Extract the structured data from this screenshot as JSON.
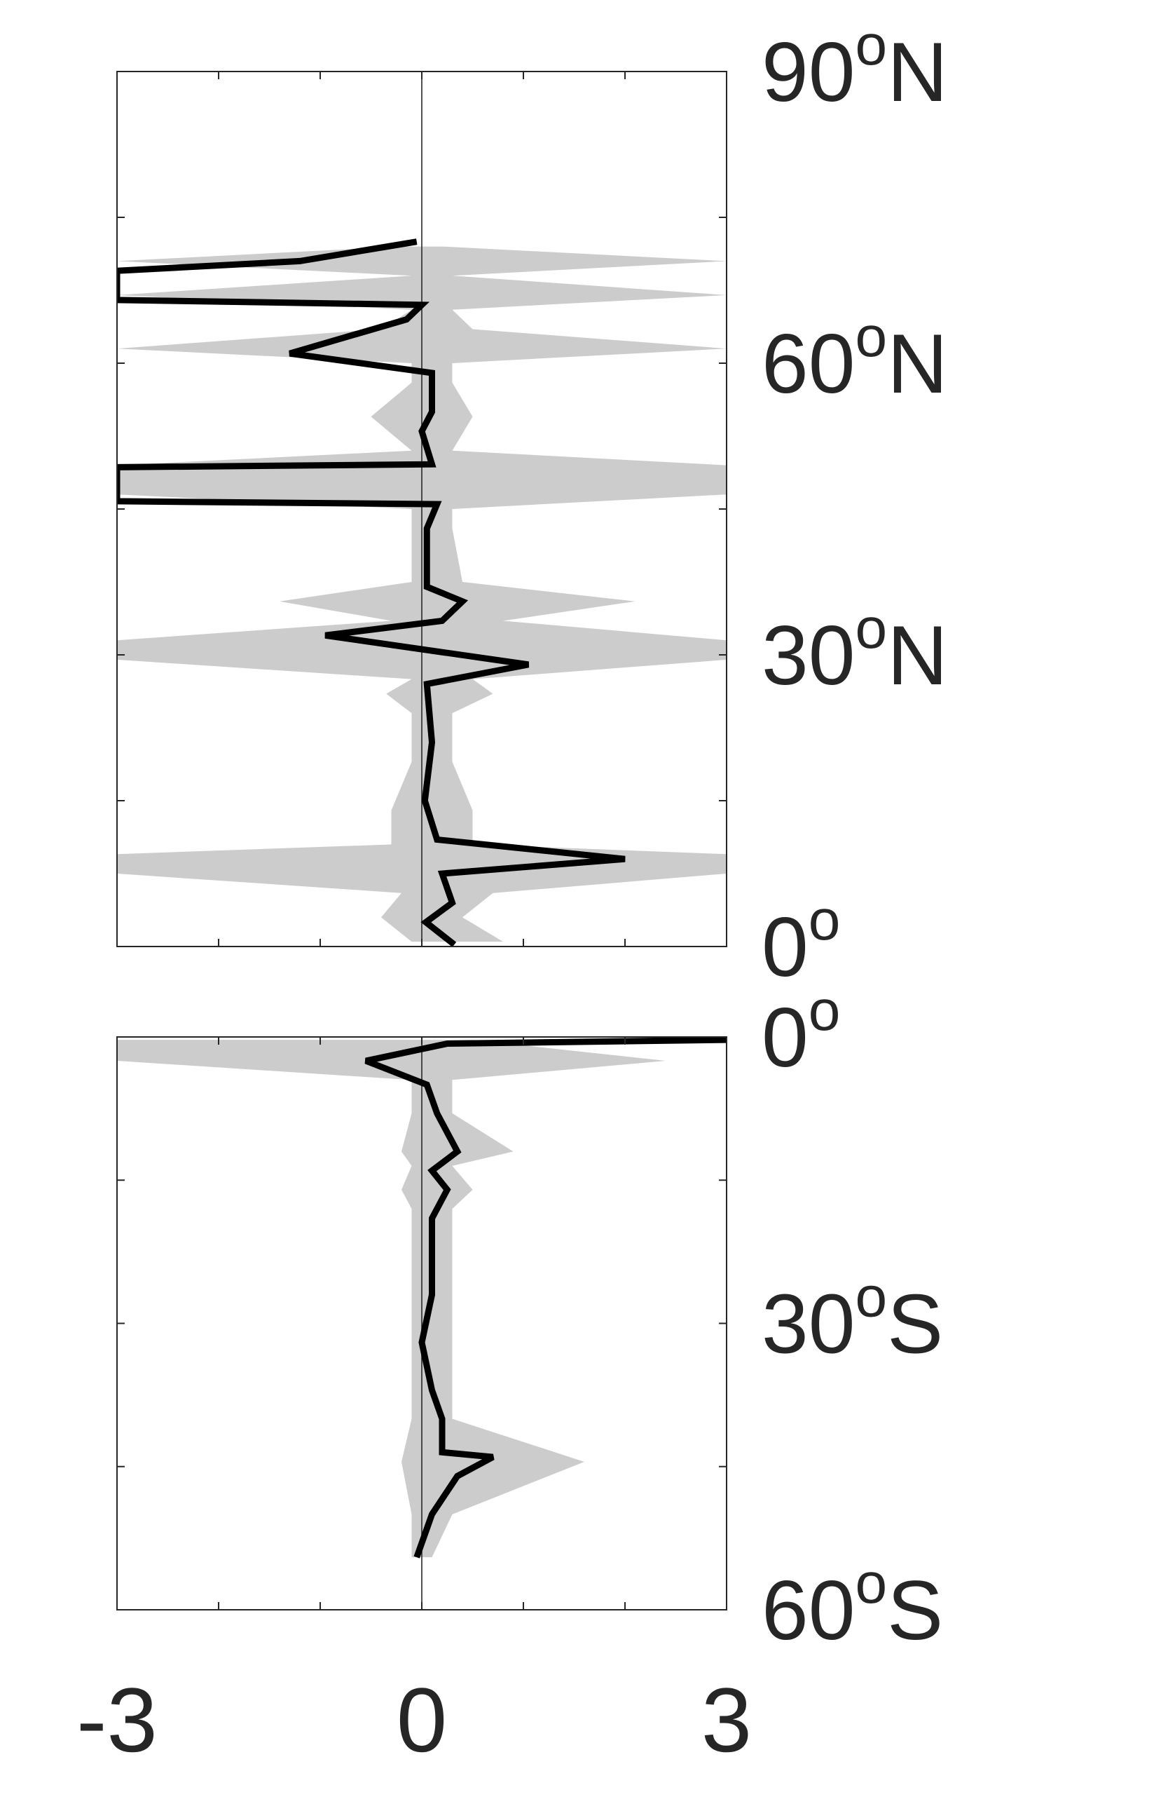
{
  "chart_data": [
    {
      "type": "line",
      "title": "",
      "xlabel": "",
      "ylabel": "",
      "xlim": [
        -3,
        3
      ],
      "ylim": [
        0,
        90
      ],
      "yticks": [
        0,
        15,
        30,
        45,
        60,
        75,
        90
      ],
      "ytick_labels": [
        {
          "value": 0,
          "deg": "0",
          "sup": "o",
          "hemi": ""
        },
        {
          "value": 30,
          "deg": "30",
          "sup": "o",
          "hemi": "N"
        },
        {
          "value": 60,
          "deg": "60",
          "sup": "o",
          "hemi": "N"
        },
        {
          "value": 90,
          "deg": "90",
          "sup": "o",
          "hemi": "N"
        }
      ],
      "xticks": [
        -3,
        -2,
        -1,
        0,
        1,
        2,
        3
      ],
      "grid": false,
      "zero_line": true,
      "colors": {
        "line": "#000000",
        "band": "#cccccc"
      },
      "series": [
        {
          "role": "line",
          "points": [
            {
              "lat": 0.2,
              "x": 0.32
            },
            {
              "lat": 2.5,
              "x": 0.04
            },
            {
              "lat": 4.5,
              "x": 0.3
            },
            {
              "lat": 7.5,
              "x": 0.2
            },
            {
              "lat": 9,
              "x": 2.0
            },
            {
              "lat": 11,
              "x": 0.15
            },
            {
              "lat": 15,
              "x": 0.03
            },
            {
              "lat": 21,
              "x": 0.1
            },
            {
              "lat": 27,
              "x": 0.05
            },
            {
              "lat": 29,
              "x": 1.05
            },
            {
              "lat": 32,
              "x": -0.95
            },
            {
              "lat": 33.5,
              "x": 0.2
            },
            {
              "lat": 35.5,
              "x": 0.4
            },
            {
              "lat": 37,
              "x": 0.05
            },
            {
              "lat": 43,
              "x": 0.05
            },
            {
              "lat": 45.5,
              "x": 0.15
            },
            {
              "lat": 45.8,
              "x": -3.0
            },
            {
              "lat": 49.3,
              "x": -3.0
            },
            {
              "lat": 49.6,
              "x": 0.1
            },
            {
              "lat": 53,
              "x": 0.0
            },
            {
              "lat": 55,
              "x": 0.1
            },
            {
              "lat": 59,
              "x": 0.1
            },
            {
              "lat": 61,
              "x": -1.3
            },
            {
              "lat": 64.5,
              "x": -0.15
            },
            {
              "lat": 66,
              "x": 0.0
            },
            {
              "lat": 66.5,
              "x": -3.0
            },
            {
              "lat": 69.5,
              "x": -3.0
            },
            {
              "lat": 70.5,
              "x": -1.2
            },
            {
              "lat": 72.5,
              "x": -0.05
            }
          ]
        },
        {
          "role": "uncertainty-band",
          "points": [
            {
              "lat": 0.5,
              "lo": -0.1,
              "hi": 0.8
            },
            {
              "lat": 3,
              "lo": -0.4,
              "hi": 0.4
            },
            {
              "lat": 5.5,
              "lo": -0.2,
              "hi": 0.7
            },
            {
              "lat": 7.5,
              "lo": -3.0,
              "hi": 3.0
            },
            {
              "lat": 8.5,
              "lo": -3.0,
              "hi": 3.0
            },
            {
              "lat": 9.5,
              "lo": -3.0,
              "hi": 3.0
            },
            {
              "lat": 10.5,
              "lo": -0.3,
              "hi": 0.5
            },
            {
              "lat": 14,
              "lo": -0.3,
              "hi": 0.5
            },
            {
              "lat": 19,
              "lo": -0.1,
              "hi": 0.3
            },
            {
              "lat": 24,
              "lo": -0.1,
              "hi": 0.3
            },
            {
              "lat": 26,
              "lo": -0.35,
              "hi": 0.7
            },
            {
              "lat": 27.5,
              "lo": -0.1,
              "hi": 0.5
            },
            {
              "lat": 29.5,
              "lo": -3.0,
              "hi": 3.0
            },
            {
              "lat": 31.5,
              "lo": -3.0,
              "hi": 3.0
            },
            {
              "lat": 33.5,
              "lo": -0.3,
              "hi": 0.8
            },
            {
              "lat": 35.5,
              "lo": -1.4,
              "hi": 2.1
            },
            {
              "lat": 37.5,
              "lo": -0.1,
              "hi": 0.4
            },
            {
              "lat": 43,
              "lo": -0.1,
              "hi": 0.3
            },
            {
              "lat": 45,
              "lo": -0.1,
              "hi": 0.3
            },
            {
              "lat": 46.5,
              "lo": -3.0,
              "hi": 3.0
            },
            {
              "lat": 48,
              "lo": -3.0,
              "hi": 3.0
            },
            {
              "lat": 49.5,
              "lo": -3.0,
              "hi": 3.0
            },
            {
              "lat": 51,
              "lo": -0.1,
              "hi": 0.3
            },
            {
              "lat": 54.5,
              "lo": -0.5,
              "hi": 0.5
            },
            {
              "lat": 58,
              "lo": -0.1,
              "hi": 0.3
            },
            {
              "lat": 60,
              "lo": -0.1,
              "hi": 0.3
            },
            {
              "lat": 61.5,
              "lo": -3.0,
              "hi": 3.0
            },
            {
              "lat": 63.5,
              "lo": -0.4,
              "hi": 0.5
            },
            {
              "lat": 65.5,
              "lo": -0.1,
              "hi": 0.3
            },
            {
              "lat": 67,
              "lo": -3.0,
              "hi": 3.0
            },
            {
              "lat": 69,
              "lo": -0.1,
              "hi": 0.3
            },
            {
              "lat": 70.5,
              "lo": -3.0,
              "hi": 3.0
            },
            {
              "lat": 72,
              "lo": -0.2,
              "hi": 0.2
            }
          ]
        }
      ]
    },
    {
      "type": "line",
      "title": "",
      "xlabel": "",
      "ylabel": "",
      "xlim": [
        -3,
        3
      ],
      "ylim": [
        -60,
        0
      ],
      "yticks": [
        -60,
        -45,
        -30,
        -15,
        0
      ],
      "ytick_labels": [
        {
          "value": 0,
          "deg": "0",
          "sup": "o",
          "hemi": ""
        },
        {
          "value": -30,
          "deg": "30",
          "sup": "o",
          "hemi": "S"
        },
        {
          "value": -60,
          "deg": "60",
          "sup": "o",
          "hemi": "S"
        }
      ],
      "xticks": [
        -3,
        -2,
        -1,
        0,
        1,
        2,
        3
      ],
      "xtick_labels": [
        "-3",
        "0",
        "3"
      ],
      "grid": false,
      "zero_line": true,
      "colors": {
        "line": "#000000",
        "band": "#cccccc"
      },
      "series": [
        {
          "role": "line",
          "points": [
            {
              "lat": -0.3,
              "x": 3.0
            },
            {
              "lat": -0.7,
              "x": 0.25
            },
            {
              "lat": -2.5,
              "x": -0.55
            },
            {
              "lat": -5,
              "x": 0.05
            },
            {
              "lat": -8,
              "x": 0.15
            },
            {
              "lat": -12,
              "x": 0.35
            },
            {
              "lat": -14,
              "x": 0.1
            },
            {
              "lat": -16,
              "x": 0.25
            },
            {
              "lat": -19,
              "x": 0.1
            },
            {
              "lat": -24,
              "x": 0.1
            },
            {
              "lat": -27,
              "x": 0.1
            },
            {
              "lat": -32,
              "x": 0.0
            },
            {
              "lat": -37,
              "x": 0.1
            },
            {
              "lat": -40,
              "x": 0.2
            },
            {
              "lat": -43.5,
              "x": 0.2
            },
            {
              "lat": -44,
              "x": 0.7
            },
            {
              "lat": -46,
              "x": 0.35
            },
            {
              "lat": -50,
              "x": 0.1
            },
            {
              "lat": -54.5,
              "x": -0.05
            }
          ]
        },
        {
          "role": "uncertainty-band",
          "points": [
            {
              "lat": -0.3,
              "lo": -3.0,
              "hi": 0.5
            },
            {
              "lat": -2.5,
              "lo": -3.0,
              "hi": 2.4
            },
            {
              "lat": -4.5,
              "lo": -0.1,
              "hi": 0.3
            },
            {
              "lat": -8,
              "lo": -0.1,
              "hi": 0.3
            },
            {
              "lat": -12,
              "lo": -0.2,
              "hi": 0.9
            },
            {
              "lat": -13.5,
              "lo": -0.1,
              "hi": 0.3
            },
            {
              "lat": -16,
              "lo": -0.2,
              "hi": 0.5
            },
            {
              "lat": -18,
              "lo": -0.1,
              "hi": 0.3
            },
            {
              "lat": -32,
              "lo": -0.1,
              "hi": 0.3
            },
            {
              "lat": -40,
              "lo": -0.1,
              "hi": 0.3
            },
            {
              "lat": -44.5,
              "lo": -0.2,
              "hi": 1.6
            },
            {
              "lat": -50,
              "lo": -0.1,
              "hi": 0.3
            },
            {
              "lat": -54.5,
              "lo": -0.1,
              "hi": 0.1
            }
          ]
        }
      ]
    }
  ]
}
